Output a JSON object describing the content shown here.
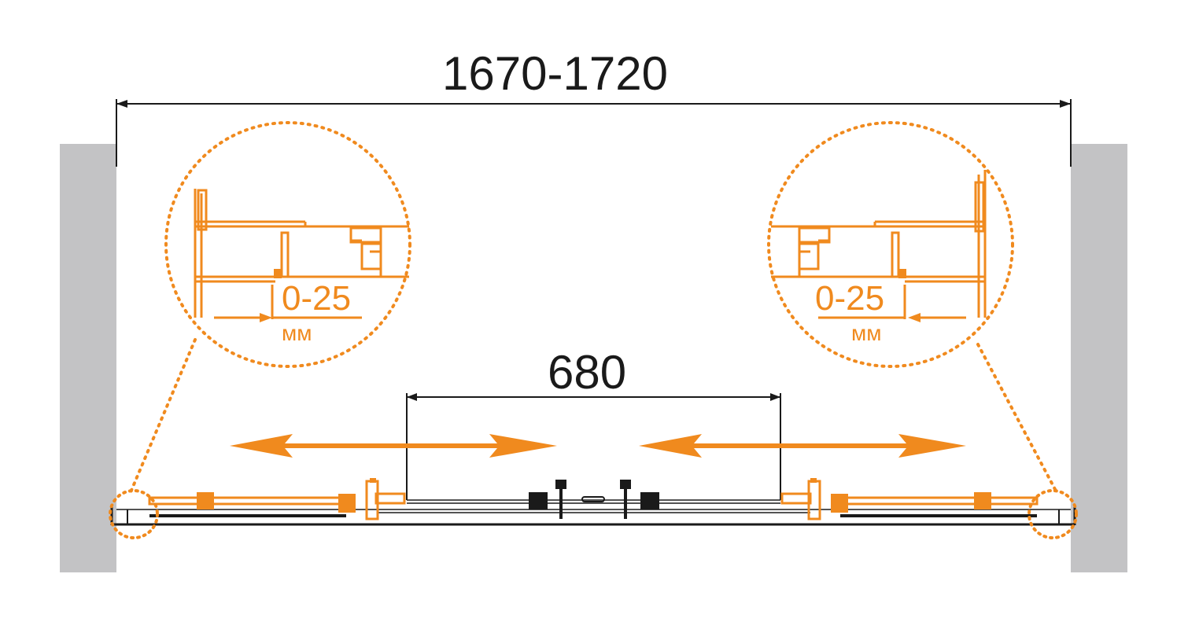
{
  "dimensions": {
    "total_width": "1670-1720",
    "door_opening": "680"
  },
  "detail_left": {
    "range": "0-25",
    "unit": "мм"
  },
  "detail_right": {
    "range": "0-25",
    "unit": "мм"
  },
  "colors": {
    "accent": "#f08a1e",
    "wall": "#c3c3c5",
    "line": "#1a1a1a"
  }
}
